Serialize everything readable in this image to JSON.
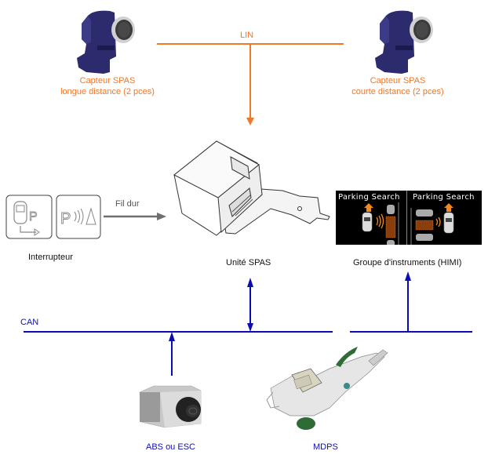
{
  "diagram": {
    "buses": {
      "lin": {
        "label": "LIN",
        "color": "#f07828"
      },
      "can": {
        "label": "CAN",
        "color": "#0c0cb4"
      },
      "hardwire": {
        "label": "Fil dur",
        "color": "#707070"
      }
    },
    "components": {
      "sensor_long": {
        "label_line1": "Capteur SPAS",
        "label_line2": "longue distance (2 pces)"
      },
      "sensor_short": {
        "label_line1": "Capteur SPAS",
        "label_line2": "courte distance (2 pces)"
      },
      "switch": {
        "label": "Interrupteur"
      },
      "spas_unit": {
        "label": "Unité SPAS"
      },
      "cluster": {
        "label": "Groupe d'instruments (HIMI)",
        "screen_left_title": "Parking Search",
        "screen_right_title": "Parking Search"
      },
      "abs": {
        "label": "ABS ou ESC"
      },
      "mdps": {
        "label": "MDPS"
      }
    },
    "colors": {
      "orange_text": "#f07828",
      "blue_text": "#1010b0",
      "sensor_body": "#2a2a6a",
      "hmi_accent": "#f08a1e",
      "mdps_green": "#2f6b34"
    }
  }
}
